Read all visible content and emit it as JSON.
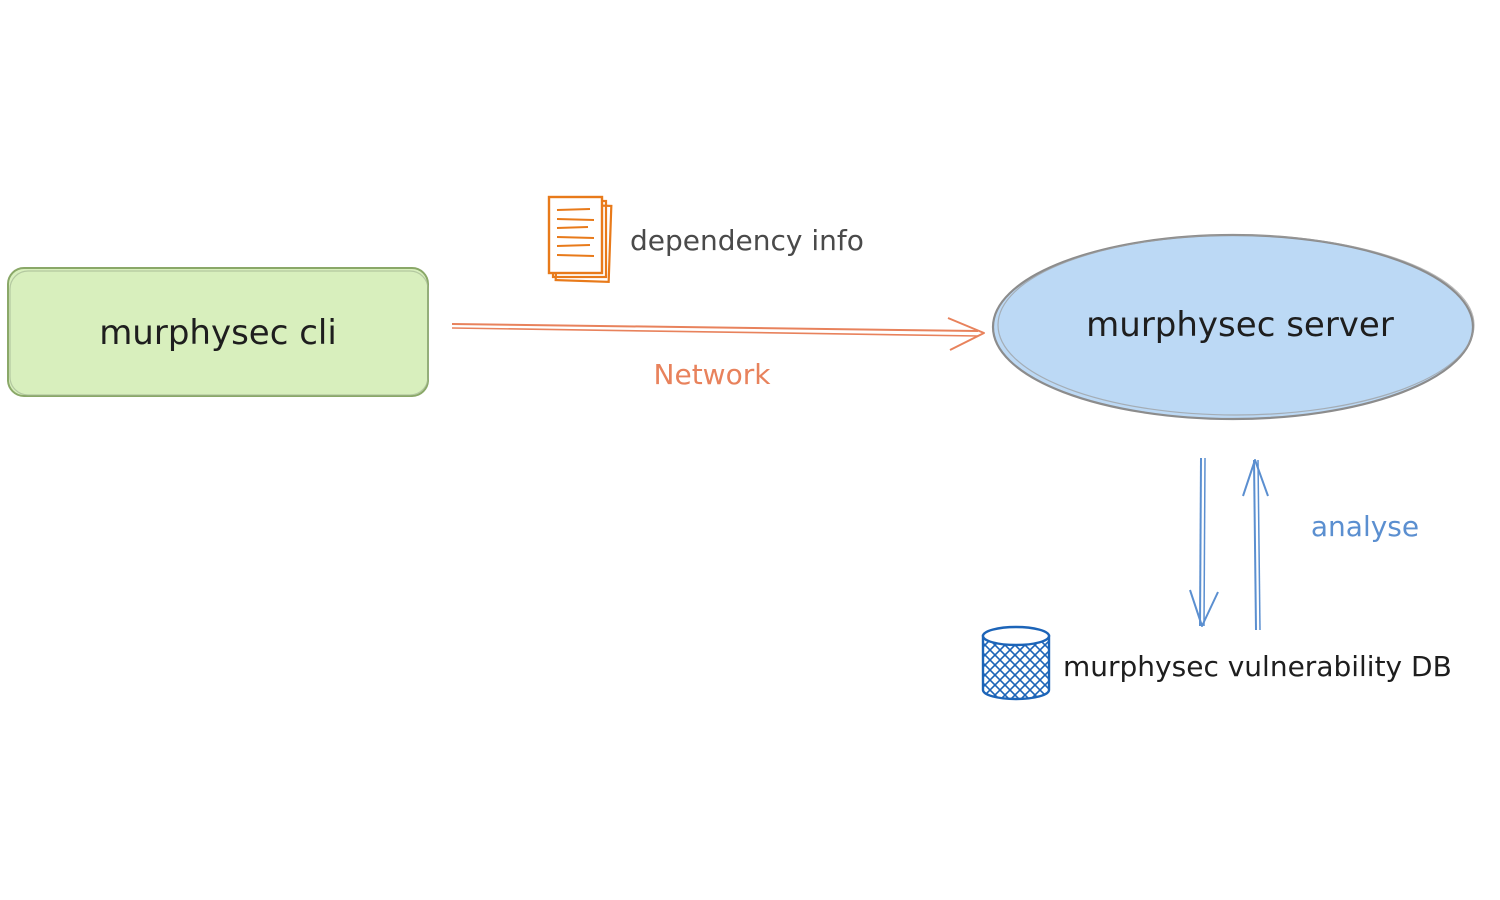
{
  "nodes": {
    "cli": {
      "label": "murphysec cli"
    },
    "server": {
      "label": "murphysec server"
    },
    "database": {
      "label": "murphysec vulnerability DB"
    }
  },
  "edges": {
    "network": {
      "label": "Network"
    },
    "analyse": {
      "label": "analyse"
    }
  },
  "annotations": {
    "dependency": {
      "label": "dependency info"
    }
  },
  "colors": {
    "cli_fill": "#d8efbd",
    "cli_stroke": "#8aa868",
    "server_fill": "#bcd9f5",
    "server_stroke": "#8c8c8c",
    "network_arrow": "#e8825c",
    "analyse_arrow": "#5b8fd0",
    "document_icon": "#e87a1a",
    "database_icon": "#1c64b8",
    "text_dark": "#1e1e1e",
    "text_gray": "#4a4a4a"
  },
  "icons": {
    "document": "document-stack-icon",
    "database": "database-cylinder-icon"
  }
}
